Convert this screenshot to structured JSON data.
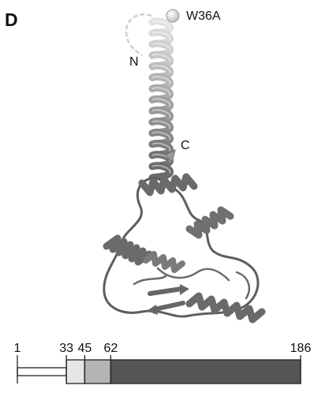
{
  "panel_letter": "D",
  "labels": {
    "mutation": "W36A",
    "n_terminus": "N",
    "c_terminus": "C"
  },
  "domain_bar": {
    "ticks": [
      "1",
      "33",
      "45",
      "62",
      "186"
    ],
    "segments": [
      {
        "start": 1,
        "end": 33,
        "color": "#ffffff"
      },
      {
        "start": 33,
        "end": 45,
        "color": "#e6e6e6"
      },
      {
        "start": 45,
        "end": 62,
        "color": "#b4b4b4"
      },
      {
        "start": 62,
        "end": 186,
        "color": "#555555"
      }
    ]
  },
  "colors": {
    "helix_light": "#d8d8d8",
    "helix_mid": "#a8a8a8",
    "core_dark": "#6a6a6a"
  }
}
